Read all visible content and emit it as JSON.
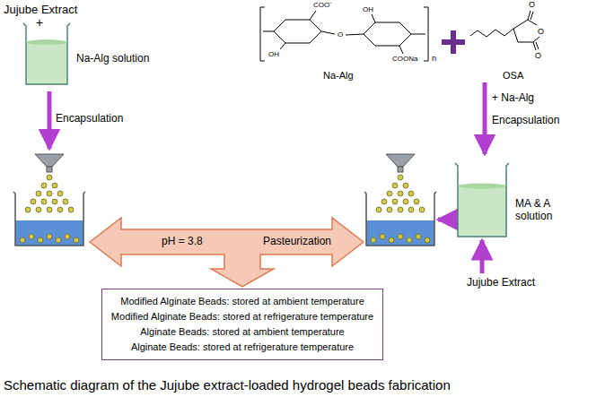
{
  "diagram": {
    "caption": "Schematic diagram of the Jujube extract-loaded hydrogel beads fabrication",
    "nodes": [
      {
        "text": [
          "Na-Alg solution"
        ]
      },
      {
        "text": [
          "MA & A solution"
        ]
      },
      {
        "text": [
          "Jujube Extract"
        ]
      },
      {
        "text": [
          "Modified Alginate Beads: stored at ambient temperature",
          "Modified Alginate Beads: stored at refrigerature temperature",
          "Alginate Beads: stored at ambient temperature",
          "Alginate Beads: stored at refrigerature temperature"
        ]
      }
    ],
    "edges": [
      {
        "from": 2,
        "to": 1,
        "arrow": "to"
      }
    ],
    "labels": [
      "Jujube Extract",
      "+",
      "Encapsulation",
      "Na-Alg",
      "OSA",
      "+ Na-Alg",
      "Encapsulation",
      "pH = 3.8",
      "Pasteurization",
      "COO⁻",
      "COONa",
      "OH",
      "OH",
      "O",
      "n",
      "O",
      "O",
      "O"
    ]
  }
}
